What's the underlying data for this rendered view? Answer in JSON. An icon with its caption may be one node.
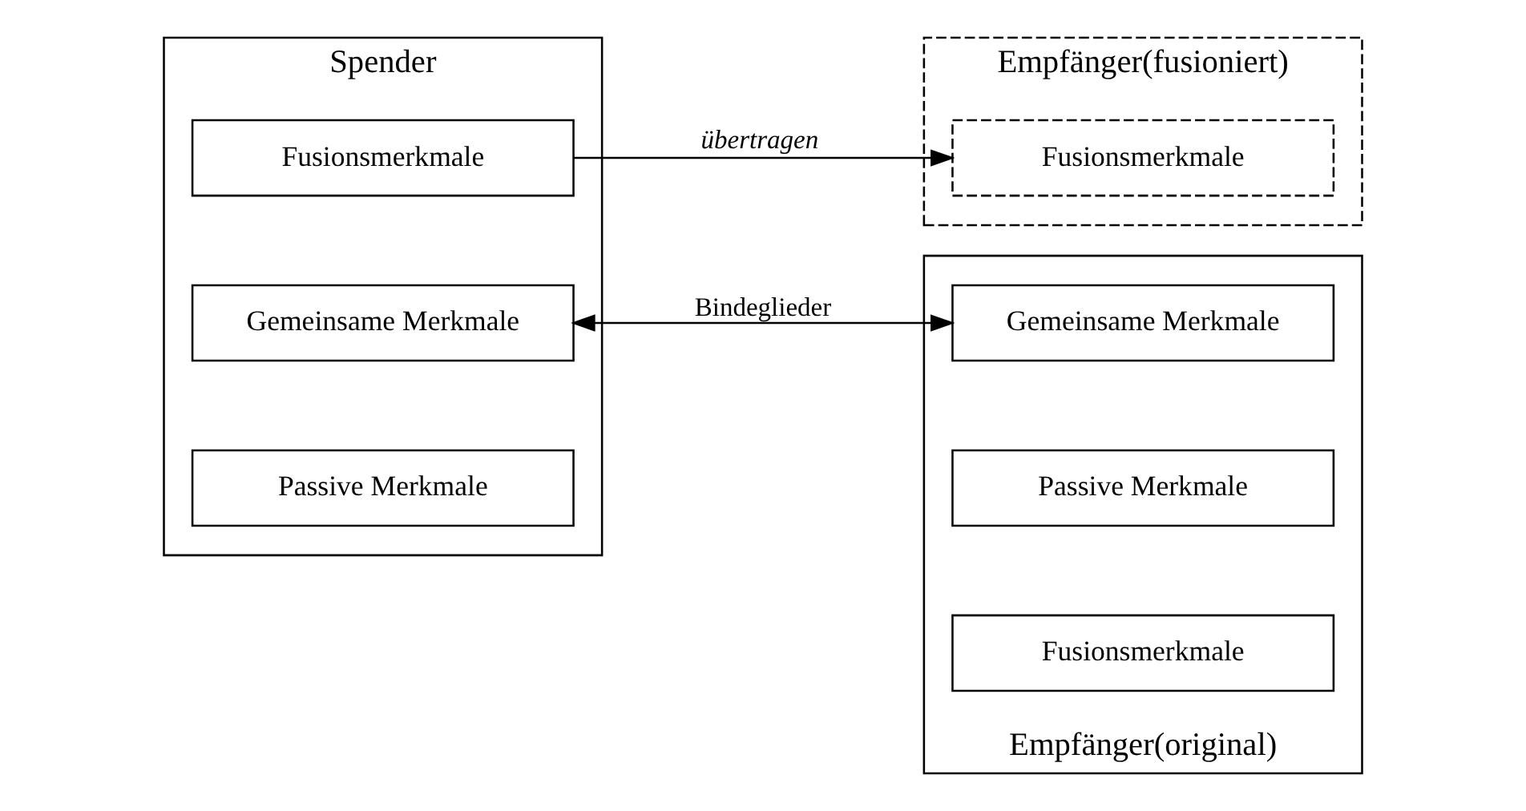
{
  "diagram": {
    "nodes": [
      {
        "text": [
          "Spender"
        ]
      },
      {
        "text": [
          "Fusionsmerkmale"
        ],
        "in": 0
      },
      {
        "text": [
          "Gemeinsame Merkmale"
        ],
        "in": 0
      },
      {
        "text": [
          "Passive Merkmale"
        ],
        "in": 0
      },
      {
        "text": [
          "Empfänger(fusioniert)"
        ]
      },
      {
        "text": [
          "Fusionsmerkmale"
        ],
        "in": 4
      },
      {
        "text": [
          "Empfänger(original)"
        ]
      },
      {
        "text": [
          "Gemeinsame Merkmale"
        ],
        "in": 6
      },
      {
        "text": [
          "Passive Merkmale"
        ],
        "in": 6
      },
      {
        "text": [
          "Fusionsmerkmale"
        ],
        "in": 6
      }
    ],
    "edges": [
      {
        "from": 1,
        "to": 5,
        "arrow": "to",
        "label": "übertragen"
      },
      {
        "from": 2,
        "to": 7,
        "arrow": "both",
        "label": "Bindeglieder"
      }
    ]
  }
}
